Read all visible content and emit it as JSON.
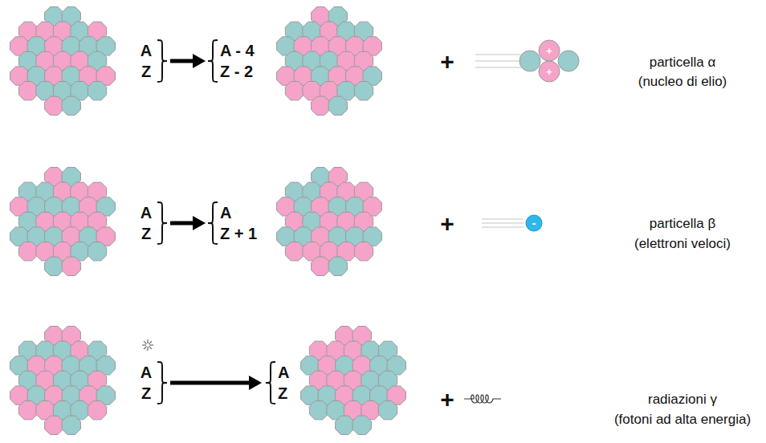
{
  "diagram": {
    "labels": [
      "A",
      "Z",
      "A - 4",
      "Z - 2",
      "+",
      "+",
      "+",
      "particella α",
      "(nucleo di elio)",
      "A",
      "Z",
      "A",
      "Z + 1",
      "+",
      "-",
      "particella β",
      "(elettroni veloci)",
      "A",
      "Z",
      "A",
      "Z",
      "+",
      "radiazioni γ",
      "(fotoni ad alta energia)"
    ]
  }
}
